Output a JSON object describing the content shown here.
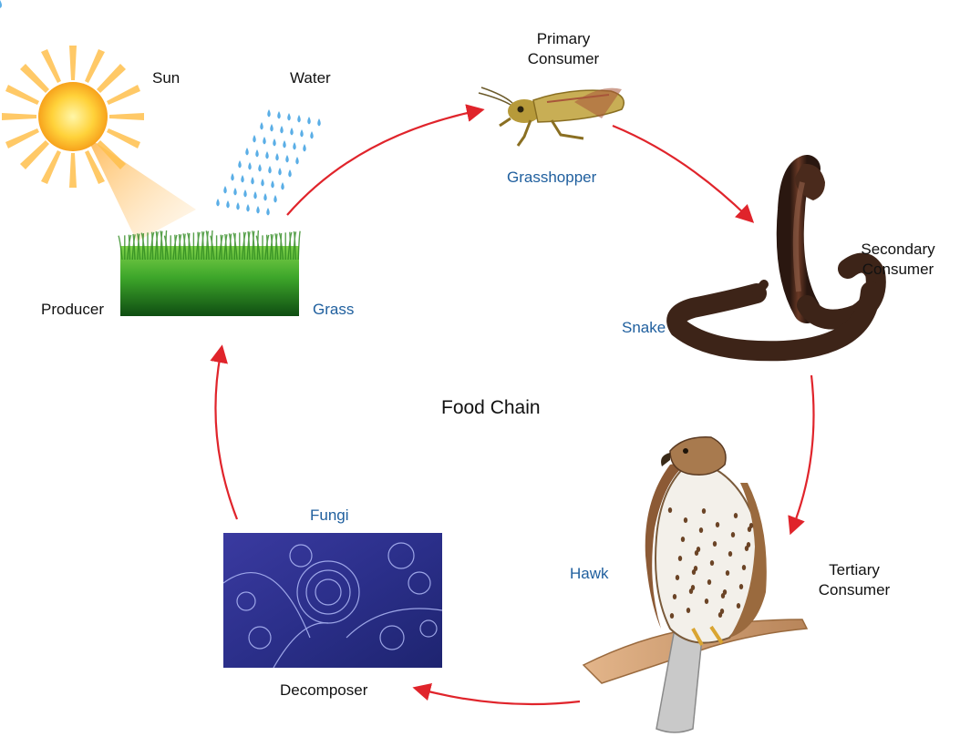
{
  "title": "Food Chain",
  "labels": {
    "sun": "Sun",
    "water": "Water",
    "producer": "Producer",
    "grass": "Grass",
    "primary_line1": "Primary",
    "primary_line2": "Consumer",
    "grasshopper": "Grasshopper",
    "secondary_line1": "Secondary",
    "secondary_line2": "Consumer",
    "snake": "Snake",
    "hawk": "Hawk",
    "tertiary_line1": "Tertiary",
    "tertiary_line2": "Consumer",
    "fungi": "Fungi",
    "decomposer": "Decomposer"
  },
  "colors": {
    "arrow": "#e0242b",
    "organism_label": "#1f5f9e",
    "role_label": "#111111"
  },
  "icons": [
    "sun-icon",
    "water-drops-icon",
    "grass-icon",
    "grasshopper-icon",
    "snake-icon",
    "hawk-icon",
    "fungi-icon"
  ]
}
